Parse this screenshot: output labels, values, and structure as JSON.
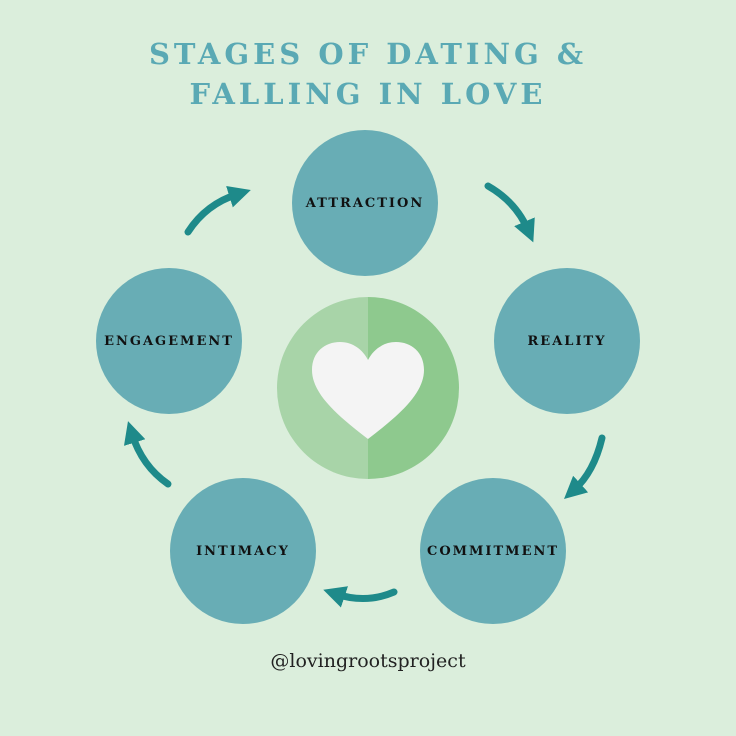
{
  "title": {
    "line1": "STAGES OF DATING &",
    "line2": "FALLING IN LOVE"
  },
  "stages": [
    {
      "label": "ATTRACTION"
    },
    {
      "label": "REALITY"
    },
    {
      "label": "COMMITMENT"
    },
    {
      "label": "INTIMACY"
    },
    {
      "label": "ENGAGEMENT"
    }
  ],
  "center": {
    "icon": "heart-icon"
  },
  "footer": {
    "handle": "@lovingrootsproject"
  },
  "colors": {
    "background": "#dbeedc",
    "title": "#5aa9b4",
    "stage_circle": "#68adb5",
    "arrow": "#1e8a8a",
    "center_left": "#a8d4a8",
    "center_right": "#8ec98e",
    "heart": "#f4f4f4"
  }
}
